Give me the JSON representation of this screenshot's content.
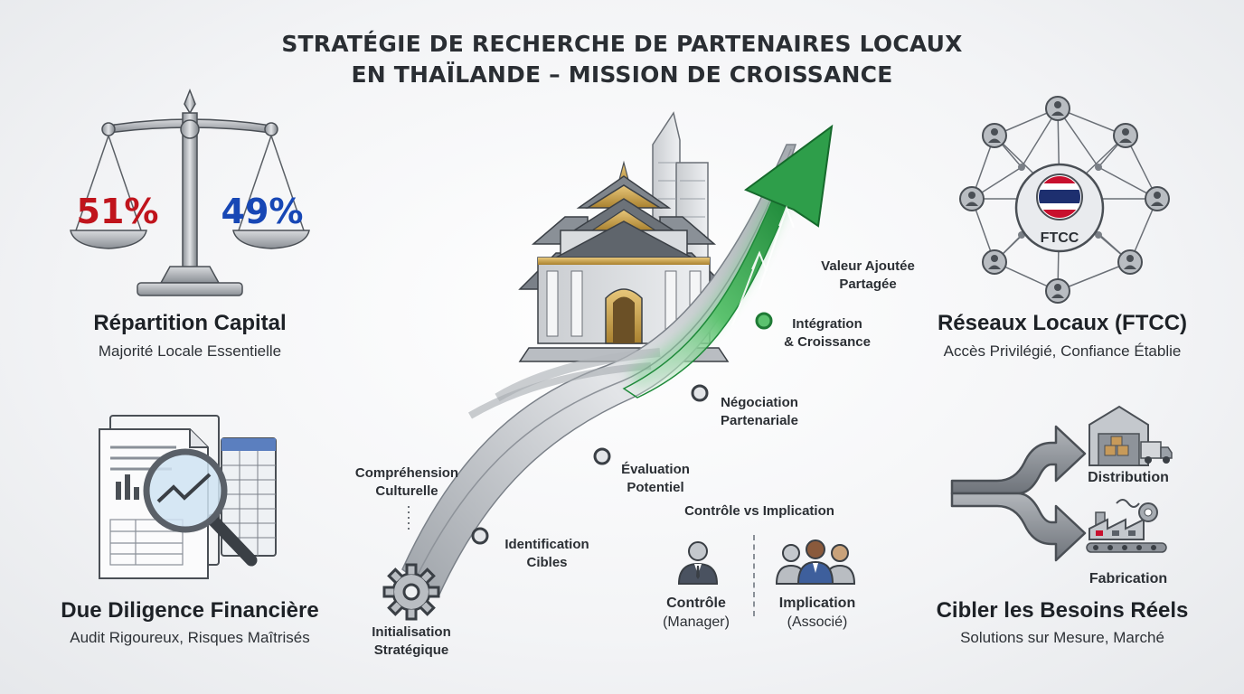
{
  "title": {
    "line1": "STRATÉGIE DE RECHERCHE DE PARTENAIRES LOCAUX",
    "line2": "EN THAÏLANDE – MISSION DE CROISSANCE"
  },
  "capital": {
    "left_pct": "51%",
    "right_pct": "49%",
    "title": "Répartition Capital",
    "subtitle": "Majorité Locale Essentielle",
    "left_color": "#c0141c",
    "right_color": "#1747b5"
  },
  "diligence": {
    "title": "Due Diligence Financière",
    "subtitle": "Audit Rigoureux, Risques Maîtrisés"
  },
  "network": {
    "hub_label": "FTCC",
    "title": "Réseaux Locaux (FTCC)",
    "subtitle": "Accès Privilégié, Confiance Établie"
  },
  "needs": {
    "branch_top": "Distribution",
    "branch_bottom": "Fabrication",
    "title": "Cibler les Besoins Réels",
    "subtitle": "Solutions sur Mesure, Marché"
  },
  "path": {
    "accent": "#2e9e4a",
    "steps": [
      {
        "line1": "Initialisation",
        "line2": "Stratégique"
      },
      {
        "line1": "Compréhension",
        "line2": "Culturelle"
      },
      {
        "line1": "Identification",
        "line2": "Cibles"
      },
      {
        "line1": "Évaluation",
        "line2": "Potentiel"
      },
      {
        "line1": "Négociation",
        "line2": "Partenariale"
      },
      {
        "line1": "Intégration",
        "line2": "& Croissance"
      },
      {
        "line1": "Valeur Ajoutée",
        "line2": "Partagée"
      }
    ]
  },
  "control": {
    "heading": "Contrôle vs Implication",
    "left_title": "Contrôle",
    "left_sub": "(Manager)",
    "right_title": "Implication",
    "right_sub": "(Associé)"
  }
}
